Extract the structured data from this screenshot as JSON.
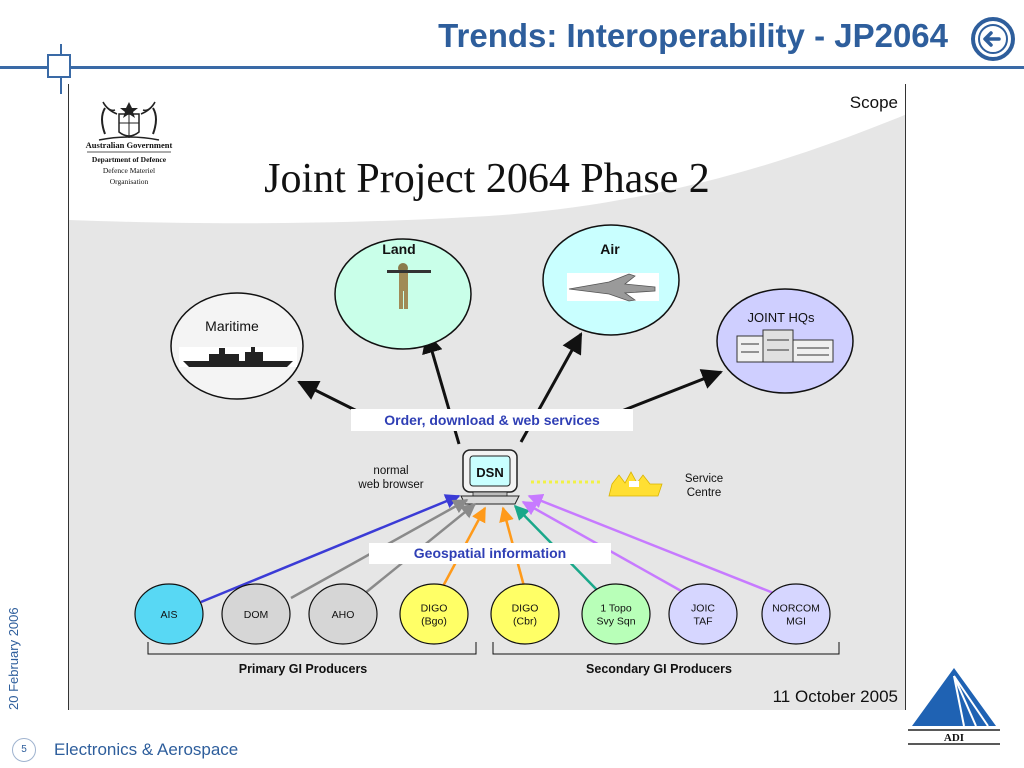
{
  "slide": {
    "title": "Trends: Interoperability - JP2064",
    "date": "20 February 2006",
    "page_number": "5",
    "footer": "Electronics & Aerospace",
    "logo_text": "ADI"
  },
  "diagram": {
    "scope_label": "Scope",
    "main_title": "Joint Project 2064 Phase 2",
    "date": "11 October 2005",
    "org": {
      "line1": "Australian Government",
      "line2": "Department of Defence",
      "line3": "Defence Materiel",
      "line4": "Organisation"
    },
    "consumers": {
      "maritime": "Maritime",
      "land": "Land",
      "air": "Air",
      "joint": "JOINT   HQs"
    },
    "services_label": "Order,  download  & web services",
    "dsn_label": "DSN",
    "browser_label": [
      "normal",
      "web browser"
    ],
    "service_centre_label": [
      "Service",
      "Centre"
    ],
    "geospatial_label": "Geospatial information",
    "producers": [
      {
        "lines": [
          "AIS"
        ],
        "color": "#58d8f4"
      },
      {
        "lines": [
          "DOM"
        ],
        "color": "#d6d6d6"
      },
      {
        "lines": [
          "AHO"
        ],
        "color": "#d6d6d6"
      },
      {
        "lines": [
          "DIGO",
          "(Bgo)"
        ],
        "color": "#ffff66"
      },
      {
        "lines": [
          "DIGO",
          "(Cbr)"
        ],
        "color": "#ffff66"
      },
      {
        "lines": [
          "1 Topo",
          "Svy Sqn"
        ],
        "color": "#b8ffb8"
      },
      {
        "lines": [
          "JOIC",
          "TAF"
        ],
        "color": "#d6d6ff"
      },
      {
        "lines": [
          "NORCOM",
          "MGI"
        ],
        "color": "#d6d6ff"
      }
    ],
    "primary_label": "Primary GI Producers",
    "secondary_label": "Secondary GI Producers"
  }
}
